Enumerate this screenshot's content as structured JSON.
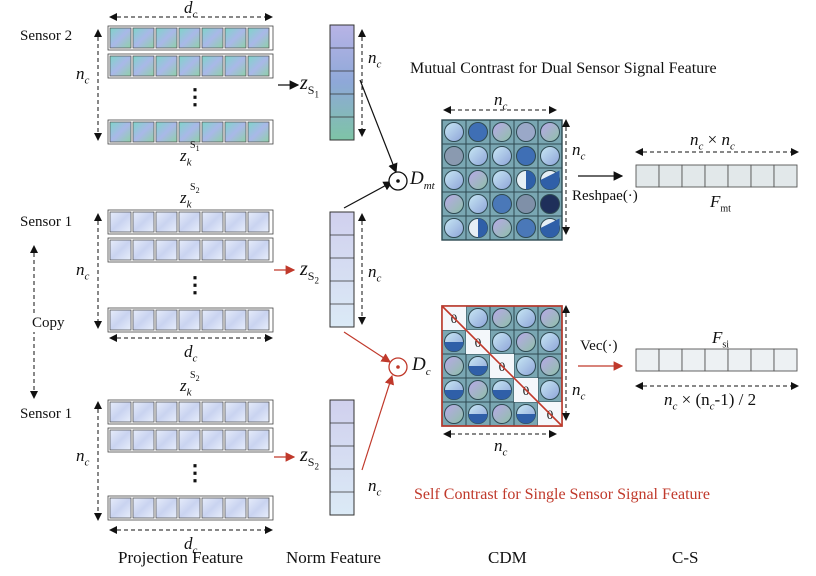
{
  "labels": {
    "sensor2": "Sensor 2",
    "sensor1_top": "Sensor 1",
    "sensor1_bottom": "Sensor 1",
    "copy": "Copy",
    "dc": "d",
    "dc_sub": "c",
    "nc": "n",
    "nc_sub": "c",
    "z_s1": "z",
    "z_s1_sub": "S",
    "z_s1_subsub": "1",
    "z_s2": "z",
    "z_s2_sub": "S",
    "z_s2_subsub": "2",
    "zk": "z",
    "zk_sub": "k",
    "zk_sup_s1": "S",
    "zk_sup_s1_sub": "1",
    "zk_sup_s2": "S",
    "zk_sup_s2_sub": "2",
    "dots": "⋮",
    "d_mt": "D",
    "d_mt_sub": "mt",
    "d_c": "D",
    "d_c_sub": "c",
    "odot": "⊙",
    "mutual_title": "Mutual Contrast for Dual Sensor Signal Feature",
    "self_title": "Self Contrast for Single Sensor Signal Feature",
    "reshape": "Reshpae(·)",
    "vec": "Vec(·)",
    "nc_times_nc": "n",
    "times": "×",
    "f_mt": "F",
    "f_mt_sub": "mt",
    "f_si": "F",
    "f_si_sub": "si",
    "nc_formula_a": "n",
    "nc_formula_b": "× (n",
    "nc_formula_c": "-1) / 2",
    "theta": "0",
    "footer": {
      "projection": "Projection Feature",
      "norm": "Norm Feature",
      "cdm": "CDM",
      "cs": "C-S"
    }
  },
  "colors": {
    "arrow_black": "#111111",
    "arrow_red": "#c0392b",
    "grid_bg": "#6ea0b0",
    "grid_line": "#2e4a52"
  }
}
